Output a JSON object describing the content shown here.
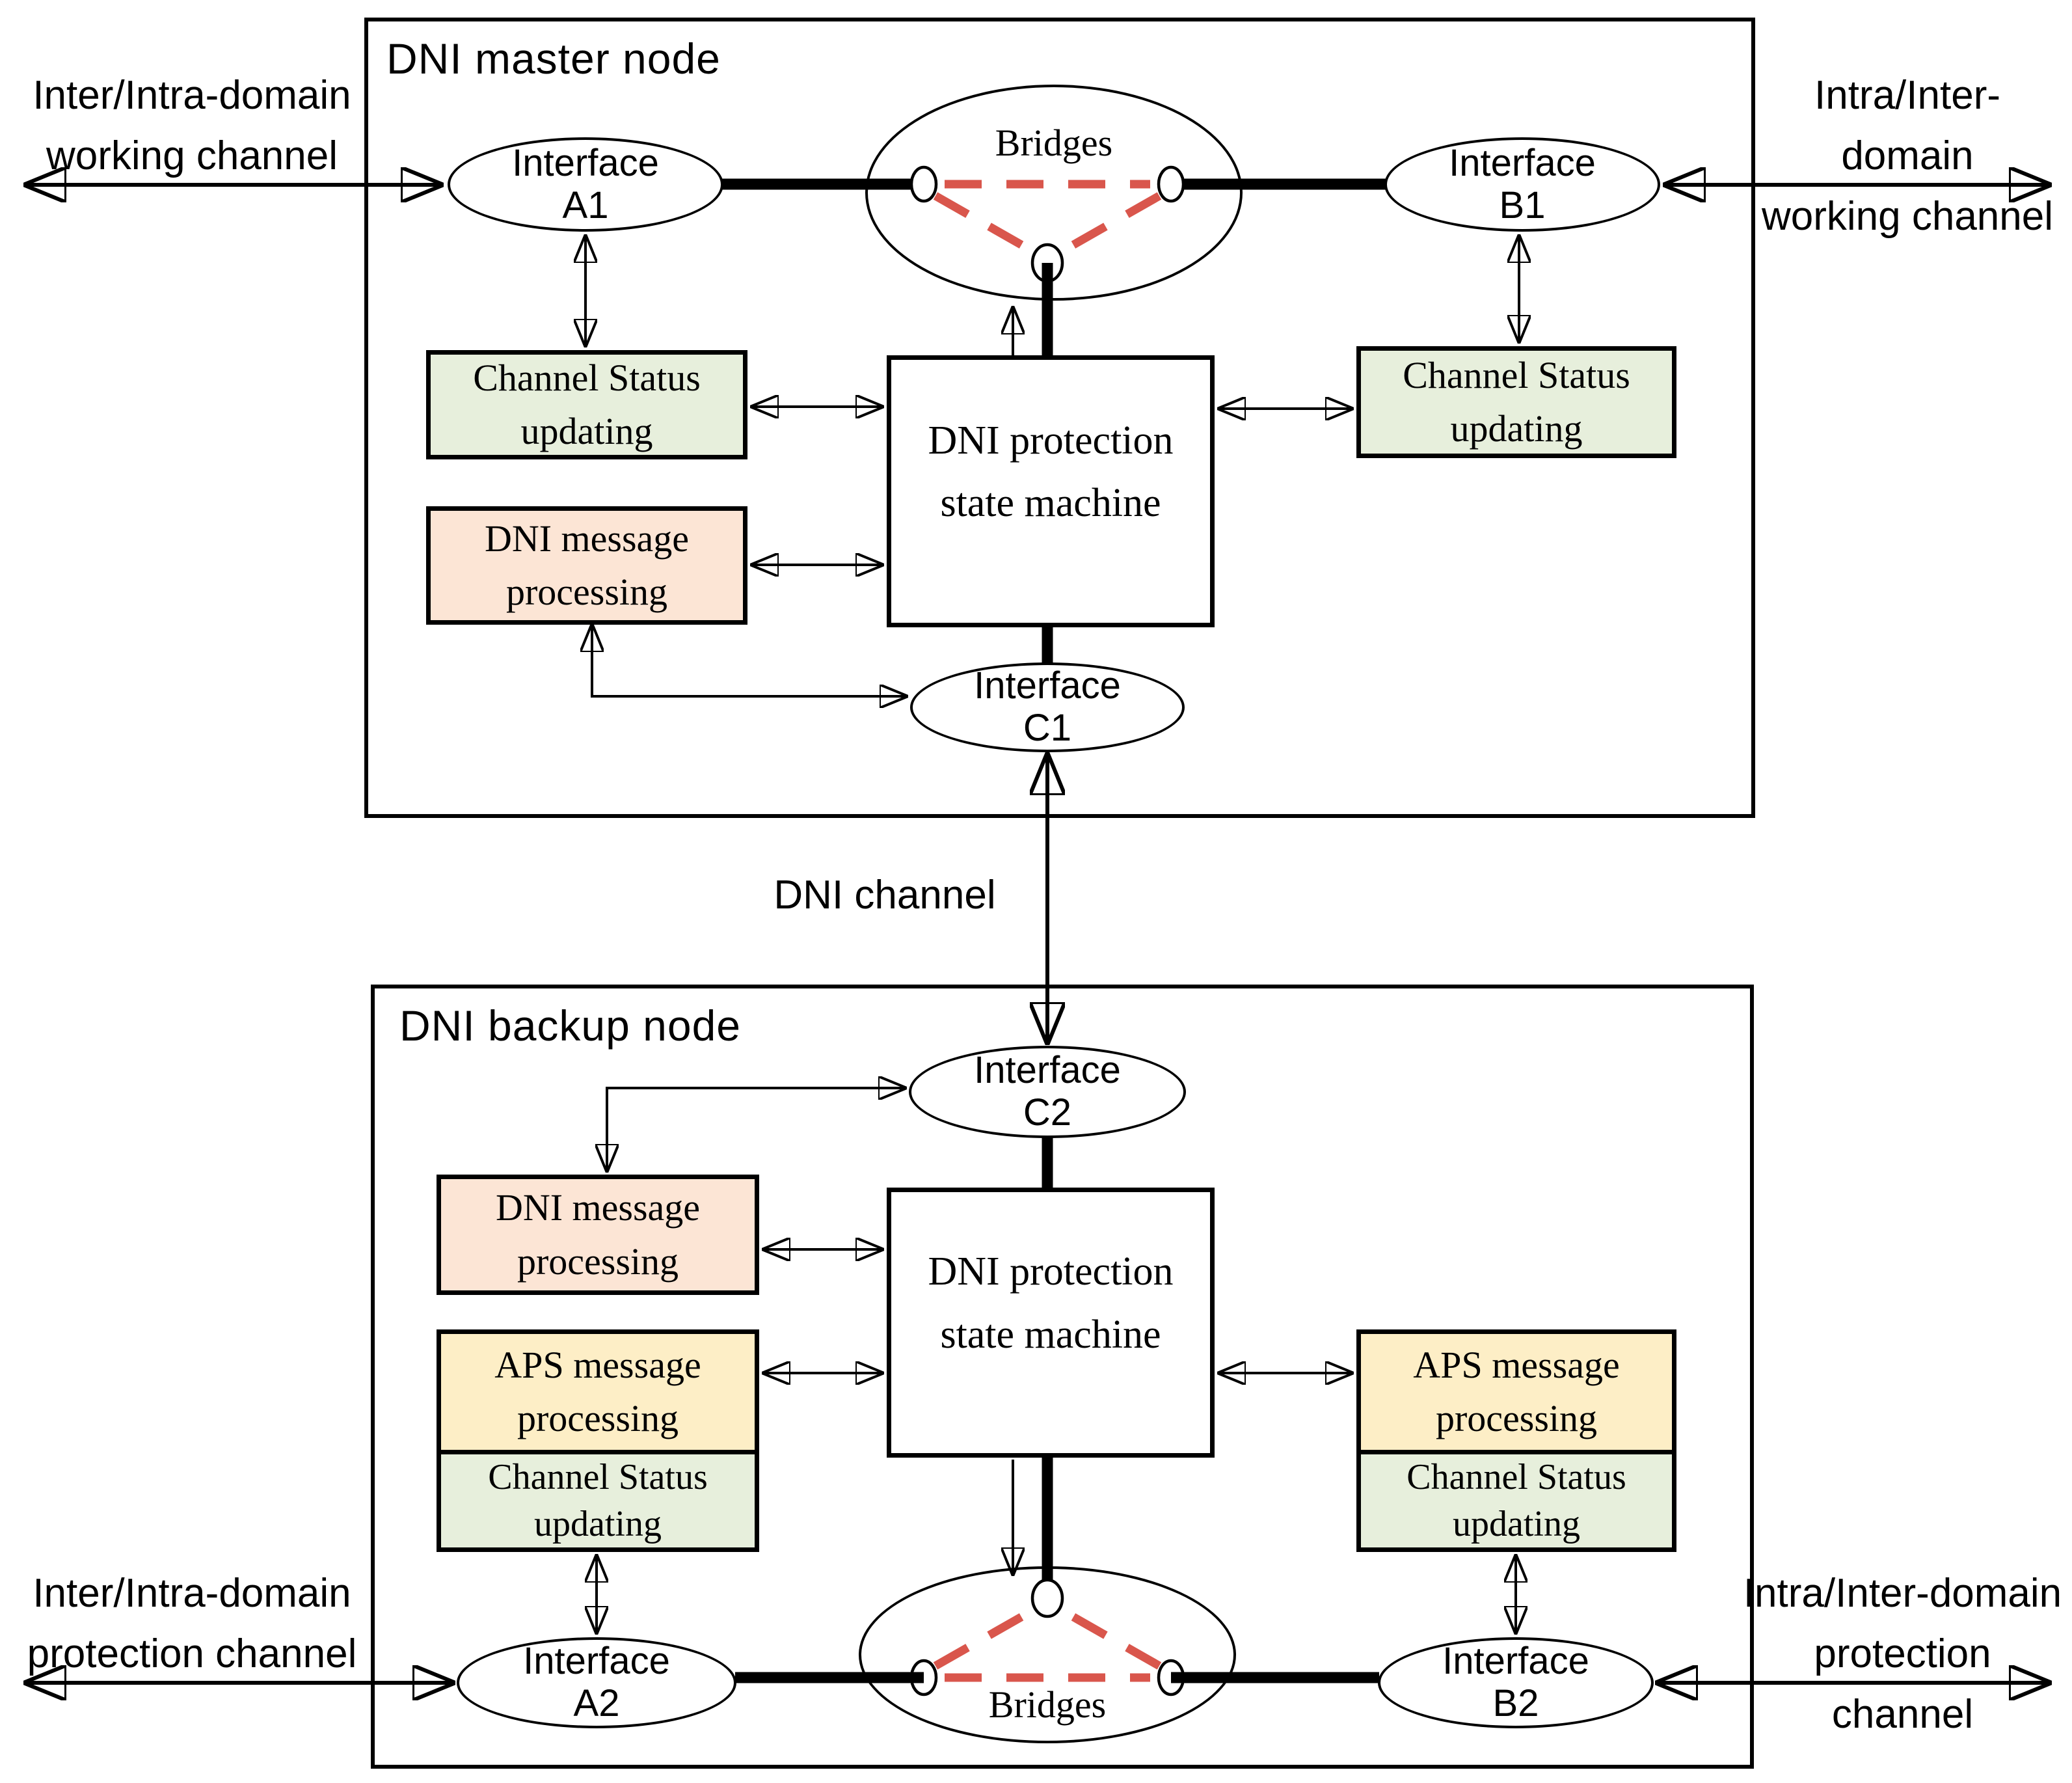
{
  "master_node": {
    "title": "DNI master node",
    "bridges_label": "Bridges",
    "interface_a1": {
      "line1": "Interface",
      "line2": "A1"
    },
    "interface_b1": {
      "line1": "Interface",
      "line2": "B1"
    },
    "interface_c1": {
      "line1": "Interface",
      "line2": "C1"
    },
    "channel_status_left": {
      "line1": "Channel Status",
      "line2": "updating"
    },
    "channel_status_right": {
      "line1": "Channel Status",
      "line2": "updating"
    },
    "dni_message": {
      "line1": "DNI message",
      "line2": "processing"
    },
    "state_machine": {
      "line1": "DNI protection",
      "line2": "state machine"
    }
  },
  "backup_node": {
    "title": "DNI backup node",
    "bridges_label": "Bridges",
    "interface_a2": {
      "line1": "Interface",
      "line2": "A2"
    },
    "interface_b2": {
      "line1": "Interface",
      "line2": "B2"
    },
    "interface_c2": {
      "line1": "Interface",
      "line2": "C2"
    },
    "dni_message": {
      "line1": "DNI message",
      "line2": "processing"
    },
    "aps_left": {
      "line1": "APS message",
      "line2": "processing"
    },
    "aps_right": {
      "line1": "APS message",
      "line2": "processing"
    },
    "channel_status_left": {
      "line1": "Channel Status",
      "line2": "updating"
    },
    "channel_status_right": {
      "line1": "Channel Status",
      "line2": "updating"
    },
    "state_machine": {
      "line1": "DNI protection",
      "line2": "state machine"
    }
  },
  "channels": {
    "working_left": {
      "line1": "Inter/Intra-domain",
      "line2": "working channel"
    },
    "working_right": {
      "line1": "Intra/Inter-domain",
      "line2": "working channel"
    },
    "protection_left": {
      "line1": "Inter/Intra-domain",
      "line2": "protection channel"
    },
    "protection_right": {
      "line1": "Intra/Inter-domain",
      "line2": "protection channel"
    },
    "dni": "DNI channel"
  },
  "colors": {
    "green": "#e7efdc",
    "peach": "#fce5d5",
    "yellow": "#fdeec6",
    "dash-red": "#d9564c",
    "line-black": "#000000"
  }
}
